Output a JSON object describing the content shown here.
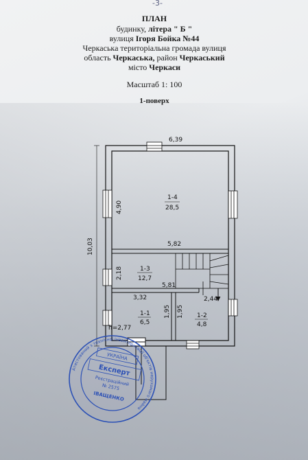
{
  "page_marker": "-3-",
  "header": {
    "title": "ПЛАН",
    "line2_prefix": "будинку, ",
    "line2_bold": "літера \" Б \"",
    "line3_prefix": "вулиця ",
    "line3_bold": "Ігоря Бойка №44",
    "line4": "Черкаська територіальна громада вулиця",
    "line5_a": "область ",
    "line5_b": "Черкаська,",
    "line5_c": " район ",
    "line5_d": "Черкаський",
    "line6_a": "місто ",
    "line6_b": "Черкаси",
    "scale": "Масштаб 1: 100",
    "floor": "1-поверх"
  },
  "plan": {
    "dims": {
      "top_width": "6,39",
      "overall_height": "10,03",
      "room14_height": "4,90",
      "mid_width": "5,82",
      "room13_height": "2,18",
      "lower_width": "5,81",
      "room11_width": "3,32",
      "room11_height": "1,95",
      "room12_height": "1,95",
      "room12_width": "2,44",
      "ceiling_height": "h=2,77"
    },
    "rooms": [
      {
        "id": "1-4",
        "area": "28,5"
      },
      {
        "id": "1-3",
        "area": "12,7"
      },
      {
        "id": "1-1",
        "area": "6,5"
      },
      {
        "id": "1-2",
        "area": "4,8"
      }
    ]
  },
  "stamp": {
    "country": "УКРАЇНА",
    "title": "Експерт",
    "reg_label": "Реєстраційний",
    "reg_number": "№ 2575",
    "name": "ІВАЩЕНКО",
    "ring_text": "Атестований з технічної інвентаризації об'єктів нерухомого майна"
  },
  "colors": {
    "stamp_blue": "#2a4fb5",
    "ink": "#111111"
  }
}
